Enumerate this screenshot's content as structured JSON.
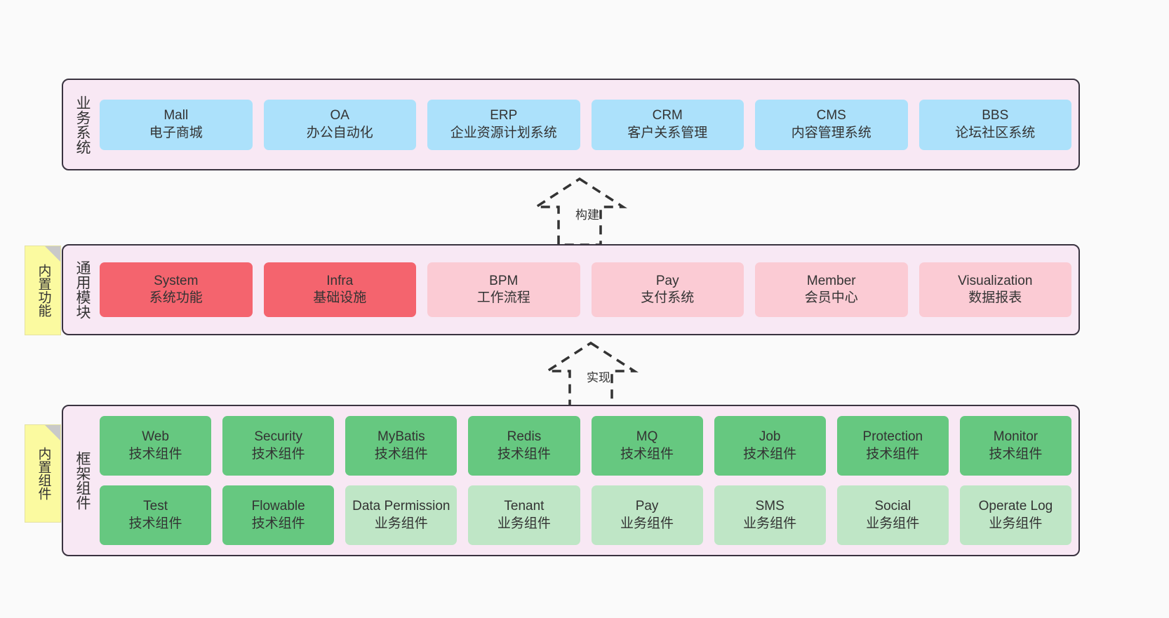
{
  "diagram": {
    "title": "",
    "colors": {
      "layer_background": "#f8e8f4",
      "layer_border": "#3a3340",
      "blue": "#ace1fb",
      "red": "#f4646e",
      "pink": "#fbcbd4",
      "green": "#66c880",
      "light_green": "#bfe6c6",
      "note_yellow": "#fbfaa0",
      "note_fold": "#c9c9c9",
      "page_background": "#fafafa"
    }
  },
  "layers": {
    "business": {
      "title": "业务系统",
      "items": [
        {
          "name": "Mall",
          "desc": "电子商城"
        },
        {
          "name": "OA",
          "desc": "办公自动化"
        },
        {
          "name": "ERP",
          "desc": "企业资源计划系统"
        },
        {
          "name": "CRM",
          "desc": "客户关系管理"
        },
        {
          "name": "CMS",
          "desc": "内容管理系统"
        },
        {
          "name": "BBS",
          "desc": "论坛社区系统"
        }
      ]
    },
    "modules": {
      "title": "通用模块",
      "note": "内置功能",
      "items": [
        {
          "name": "System",
          "desc": "系统功能"
        },
        {
          "name": "Infra",
          "desc": "基础设施"
        },
        {
          "name": "BPM",
          "desc": "工作流程"
        },
        {
          "name": "Pay",
          "desc": "支付系统"
        },
        {
          "name": "Member",
          "desc": "会员中心"
        },
        {
          "name": "Visualization",
          "desc": "数据报表"
        }
      ]
    },
    "framework": {
      "title": "框架组件",
      "note": "内置组件",
      "row1": [
        {
          "name": "Web",
          "desc": "技术组件"
        },
        {
          "name": "Security",
          "desc": "技术组件"
        },
        {
          "name": "MyBatis",
          "desc": "技术组件"
        },
        {
          "name": "Redis",
          "desc": "技术组件"
        },
        {
          "name": "MQ",
          "desc": "技术组件"
        },
        {
          "name": "Job",
          "desc": "技术组件"
        },
        {
          "name": "Protection",
          "desc": "技术组件"
        },
        {
          "name": "Monitor",
          "desc": "技术组件"
        }
      ],
      "row2": [
        {
          "name": "Test",
          "desc": "技术组件"
        },
        {
          "name": "Flowable",
          "desc": "技术组件"
        },
        {
          "name": "Data Permission",
          "desc": "业务组件"
        },
        {
          "name": "Tenant",
          "desc": "业务组件"
        },
        {
          "name": "Pay",
          "desc": "业务组件"
        },
        {
          "name": "SMS",
          "desc": "业务组件"
        },
        {
          "name": "Social",
          "desc": "业务组件"
        },
        {
          "name": "Operate Log",
          "desc": "业务组件"
        }
      ]
    }
  },
  "arrows": {
    "build": {
      "label": "构建",
      "direction": "up"
    },
    "implement": {
      "label": "实现",
      "direction": "up"
    }
  }
}
